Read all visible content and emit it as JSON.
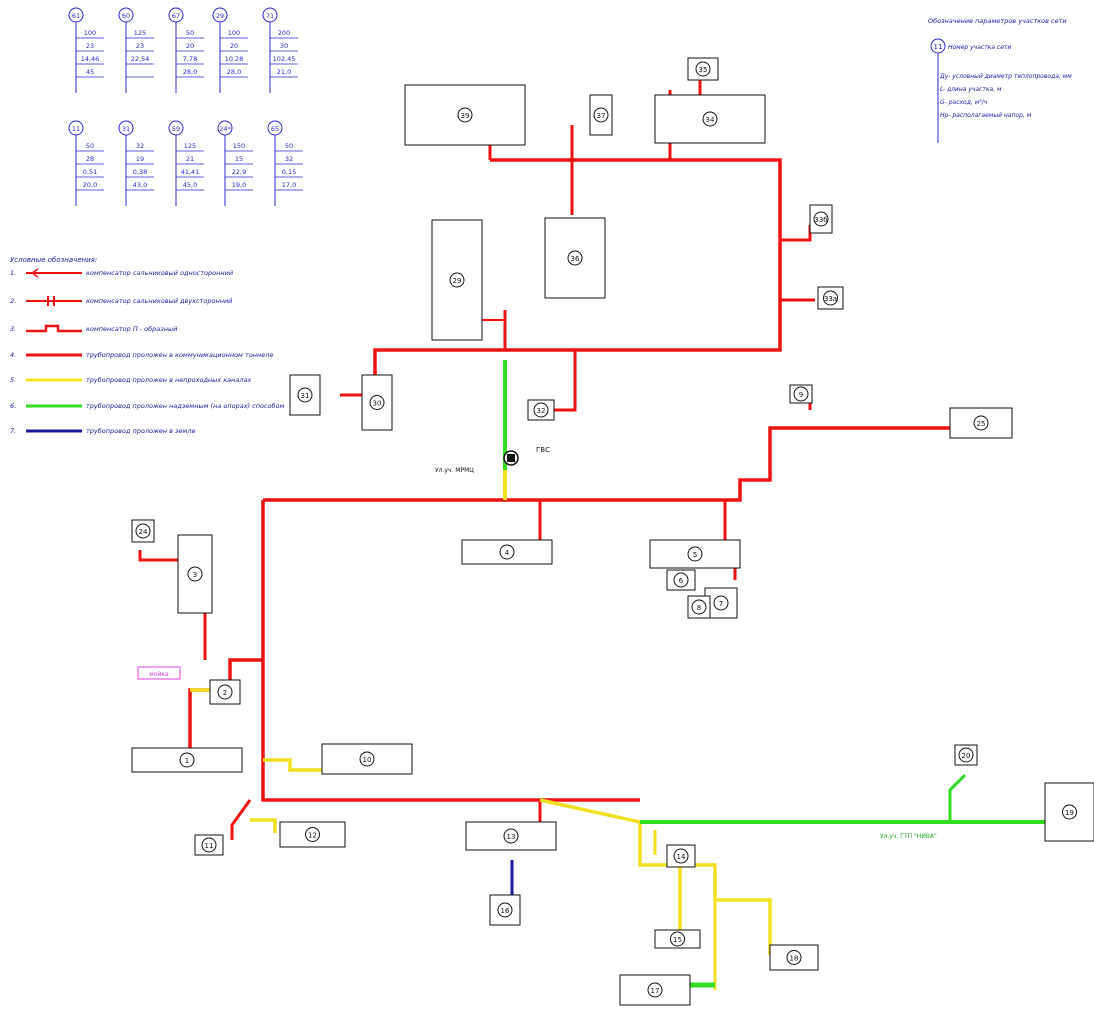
{
  "colors": {
    "blue": "#2a2ad0",
    "red": "#ee1111",
    "yellow": "#f0e020",
    "green": "#33dd22",
    "black": "#111111",
    "magenta": "#e040e0"
  },
  "params_legend": {
    "title": "Обозначение параметров участков сети",
    "section_label": "Номер участка сети",
    "section_example": "11",
    "lines": [
      "Ду- условный диаметр теплопровода, мм",
      "L- длина участка, м",
      "G- расход, м³/ч",
      "Нр- располагаемый напор, м"
    ]
  },
  "legend": {
    "title": "Условные обозначения:",
    "items": [
      {
        "num": "1.",
        "text": "компенсатор сальниковый односторонний"
      },
      {
        "num": "2.",
        "text": "компенсатор сальниковый двухсторонний"
      },
      {
        "num": "3.",
        "text": "компенсатор П - образный"
      },
      {
        "num": "4.",
        "text": "трубопровод проложен в коммуникационном тоннеле"
      },
      {
        "num": "5.",
        "text": "трубопровод проложен в непроходных каналах"
      },
      {
        "num": "6.",
        "text": "трубопровод проложен надземным (на опорах) способом"
      },
      {
        "num": "7.",
        "text": "трубопровод проложен в земле"
      }
    ]
  },
  "top_tags": [
    {
      "id": "61",
      "values": [
        "100",
        "23",
        "14,46",
        "45"
      ]
    },
    {
      "id": "60",
      "values": [
        "125",
        "23",
        "22,54",
        ""
      ]
    },
    {
      "id": "67",
      "values": [
        "50",
        "20",
        "7,78",
        "28,0"
      ]
    },
    {
      "id": "29",
      "values": [
        "100",
        "20",
        "10,28",
        "28,0"
      ]
    },
    {
      "id": "71",
      "values": [
        "200",
        "30",
        "102,45",
        "21,0"
      ]
    },
    {
      "id": "11",
      "values": [
        "50",
        "28",
        "0,51",
        "20,0"
      ]
    },
    {
      "id": "31",
      "values": [
        "32",
        "19",
        "0,38",
        "43,0"
      ]
    },
    {
      "id": "59",
      "values": [
        "125",
        "21",
        "41,41",
        "45,0"
      ]
    },
    {
      "id": "24*",
      "values": [
        "150",
        "15",
        "22,9",
        "19,0"
      ]
    },
    {
      "id": "65",
      "values": [
        "50",
        "32",
        "0,15",
        "17,0"
      ]
    }
  ],
  "consumers": [
    {
      "id": "39"
    },
    {
      "id": "37"
    },
    {
      "id": "35"
    },
    {
      "id": "34"
    },
    {
      "id": "36"
    },
    {
      "id": "29"
    },
    {
      "id": "33б"
    },
    {
      "id": "33а"
    },
    {
      "id": "31"
    },
    {
      "id": "30"
    },
    {
      "id": "32"
    },
    {
      "id": "9"
    },
    {
      "id": "25"
    },
    {
      "id": "4"
    },
    {
      "id": "5"
    },
    {
      "id": "6"
    },
    {
      "id": "7"
    },
    {
      "id": "8"
    },
    {
      "id": "24"
    },
    {
      "id": "3"
    },
    {
      "id": "2"
    },
    {
      "id": "1"
    },
    {
      "id": "10"
    },
    {
      "id": "11"
    },
    {
      "id": "12"
    },
    {
      "id": "13"
    },
    {
      "id": "16"
    },
    {
      "id": "14"
    },
    {
      "id": "15"
    },
    {
      "id": "18"
    },
    {
      "id": "17"
    },
    {
      "id": "20"
    },
    {
      "id": "19"
    }
  ],
  "labels": {
    "gvs": "ГВС",
    "source_label": "Ул.уч. МРМЦ",
    "tk_label": "Ул.уч. ГТП \"НИВА\"",
    "magenta_box": "мойка"
  }
}
